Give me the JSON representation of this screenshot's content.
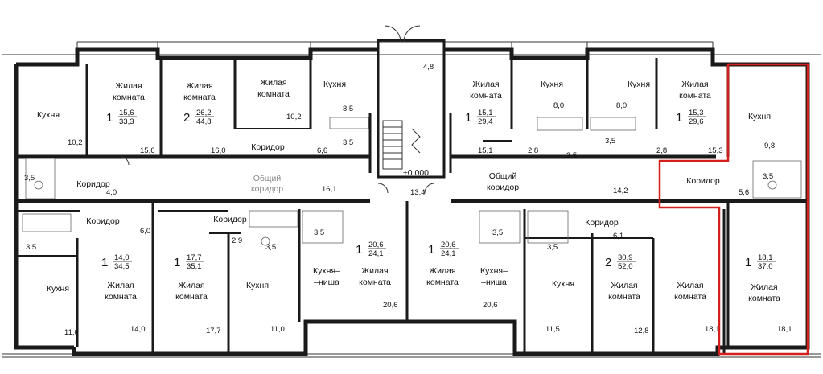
{
  "labels": {
    "living": "Жилая",
    "living2": "комната",
    "kitchen": "Кухня",
    "corridor": "Коридор",
    "niche1": "Кухня–",
    "niche2": "–ниша",
    "common1": "Общий",
    "common2": "коридор",
    "common1_faded": "Общий",
    "common2_faded": "коридор",
    "level": "±0.000"
  },
  "apartments": [
    {
      "rooms": "1",
      "living": "15,6",
      "total": "33,3"
    },
    {
      "rooms": "2",
      "living": "26,2",
      "total": "44,8"
    },
    {
      "rooms": "1",
      "living": "15,1",
      "total": "29,4"
    },
    {
      "rooms": "1",
      "living": "15,3",
      "total": "29,6"
    },
    {
      "rooms": "1",
      "living": "14,0",
      "total": "34,5"
    },
    {
      "rooms": "1",
      "living": "17,7",
      "total": "35,1"
    },
    {
      "rooms": "1",
      "living": "20,6",
      "total": "24,1"
    },
    {
      "rooms": "1",
      "living": "20,6",
      "total": "24,1"
    },
    {
      "rooms": "2",
      "living": "30,9",
      "total": "52,0"
    },
    {
      "rooms": "1",
      "living": "18,1",
      "total": "37,0"
    }
  ],
  "areas": {
    "a01": "10,2",
    "a02": "3,5",
    "a03": "4,0",
    "a04": "15,6",
    "a05": "16,0",
    "a06": "10,2",
    "a07": "8,5",
    "a08": "3,5",
    "a09": "6,6",
    "a10": "4,8",
    "a11": "16,1",
    "a12": "13,4",
    "a13": "15,1",
    "a14": "8,0",
    "a15": "2,8",
    "a16": "3,5",
    "a17": "8,0",
    "a18": "3,5",
    "a19": "2,8",
    "a20": "15,3",
    "a21": "9,8",
    "a22": "3,5",
    "a23": "5,6",
    "a24": "14,2",
    "a25": "6,0",
    "a26": "3,5",
    "a27": "2,9",
    "a28": "3,5",
    "a29": "3,5",
    "a30": "3,5",
    "a31": "3,5",
    "a32": "6,1",
    "a33": "11,0",
    "a34": "14,0",
    "a35": "17,7",
    "a36": "11,0",
    "a37": "20,6",
    "a38": "20,6",
    "a39": "11,5",
    "a40": "12,8",
    "a41": "18,1",
    "a42": "18,1"
  },
  "colors": {
    "highlight": "#d41f1f",
    "wall": "#1a1a1a"
  }
}
